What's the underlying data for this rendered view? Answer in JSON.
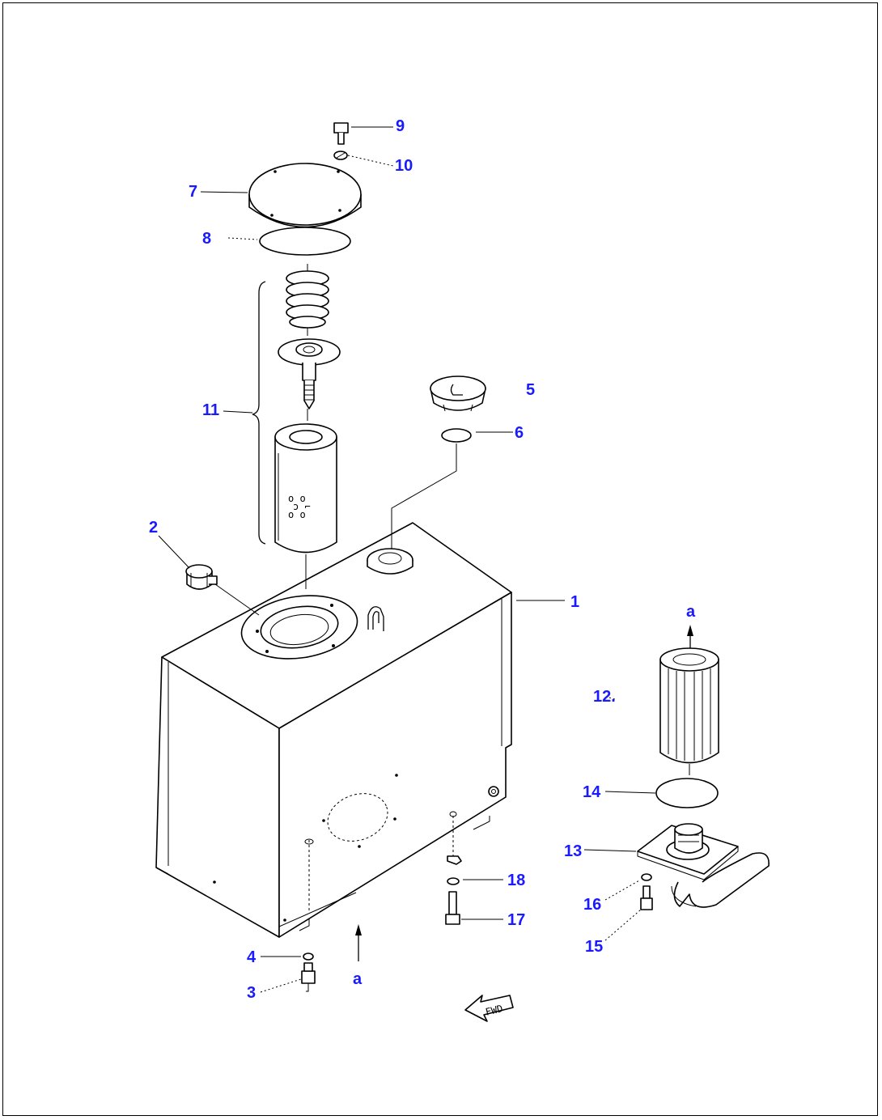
{
  "diagram": {
    "callouts": [
      {
        "id": "1",
        "label": "1"
      },
      {
        "id": "2",
        "label": "2"
      },
      {
        "id": "3",
        "label": "3"
      },
      {
        "id": "4",
        "label": "4"
      },
      {
        "id": "5",
        "label": "5"
      },
      {
        "id": "6",
        "label": "6"
      },
      {
        "id": "7",
        "label": "7"
      },
      {
        "id": "8",
        "label": "8"
      },
      {
        "id": "9",
        "label": "9"
      },
      {
        "id": "10",
        "label": "10"
      },
      {
        "id": "11",
        "label": "11"
      },
      {
        "id": "12",
        "label": "12."
      },
      {
        "id": "13",
        "label": "13"
      },
      {
        "id": "14",
        "label": "14"
      },
      {
        "id": "15",
        "label": "15"
      },
      {
        "id": "16",
        "label": "16"
      },
      {
        "id": "17",
        "label": "17"
      },
      {
        "id": "18",
        "label": "18"
      }
    ],
    "reference_a_upper": "a",
    "reference_a_lower": "a",
    "fwd_label": "FWD"
  }
}
